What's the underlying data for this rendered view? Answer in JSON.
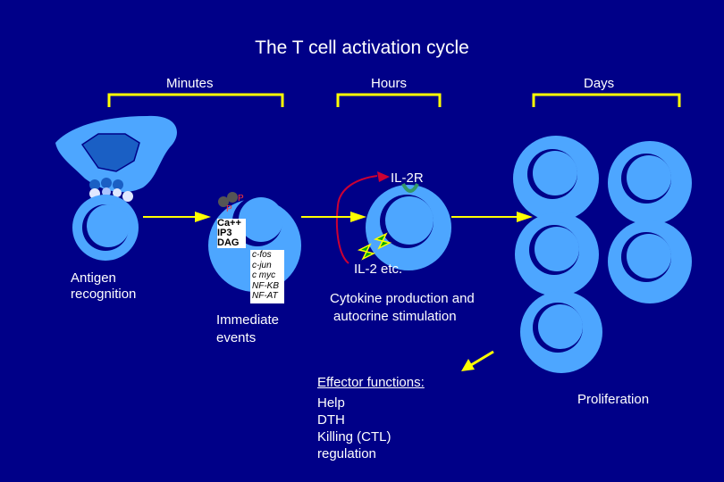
{
  "title": "The T cell activation cycle",
  "timeline": {
    "minutes": "Minutes",
    "hours": "Hours",
    "days": "Days"
  },
  "labels": {
    "antigen_recognition_1": "Antigen",
    "antigen_recognition_2": "recognition",
    "immediate_1": "Immediate",
    "immediate_2": "events",
    "il2r": "IL-2R",
    "il2_etc": "IL-2 etc.",
    "cytokine_1": "Cytokine production and",
    "cytokine_2": "autocrine stimulation",
    "effector_title": "Effector functions:",
    "effector_items": [
      "Help",
      "DTH",
      "Killing (CTL)",
      "regulation"
    ],
    "proliferation": "Proliferation"
  },
  "signals": {
    "phospho_1": "P",
    "phospho_2": "P",
    "second_messengers": [
      "Ca++",
      "IP3",
      "DAG"
    ],
    "transcription_factors": [
      "c-fos",
      "c-jun",
      "c myc",
      "NF-KB",
      "NF-AT"
    ]
  },
  "colors": {
    "background": "#000088",
    "cell": "#4da6ff",
    "nucleus": "#1a5fc4",
    "arrow": "#ffff00",
    "timeline": "#ffff00",
    "loop": "#cc0033",
    "receptor": "#339966"
  }
}
